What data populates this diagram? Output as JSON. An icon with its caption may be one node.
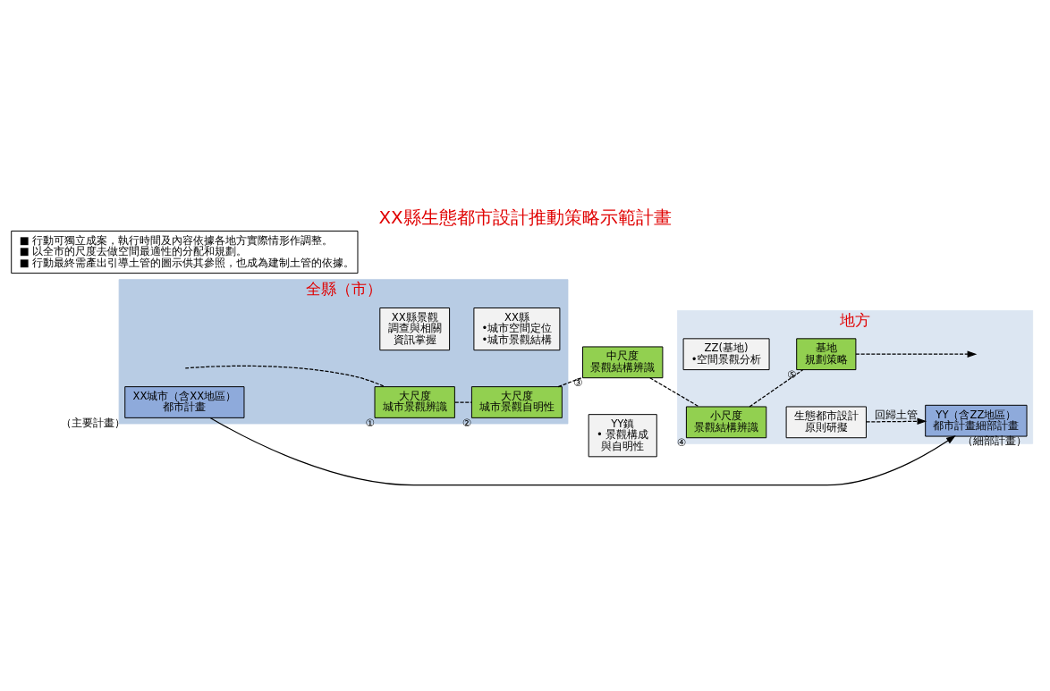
{
  "diagram": {
    "title": "XX縣生態都市設計推動策略示範計畫",
    "nodes": [
      {
        "text": [
          "全縣（市）"
        ]
      },
      {
        "text": [
          "地方"
        ]
      },
      {
        "text": [
          "XX城市（含XX地區）都市計畫"
        ],
        "beside": [
          "（主要計畫）"
        ],
        "in": 0
      },
      {
        "text": [
          "YY（含ZZ地區）都市計畫細部計畫"
        ],
        "beside": [
          "（細部計畫）"
        ],
        "in": 1
      },
      {
        "text": [
          "大尺度",
          "城市景觀辨識"
        ],
        "beside": [
          "①"
        ],
        "in": 0
      },
      {
        "text": [
          "大尺度",
          "城市景觀自明性"
        ],
        "beside": [
          "②"
        ],
        "in": 0
      },
      {
        "text": [
          "中尺度",
          "景觀結構辨識"
        ],
        "beside": [
          "③"
        ]
      },
      {
        "text": [
          "小尺度",
          "景觀結構辨識"
        ],
        "beside": [
          "④"
        ],
        "in": 1
      },
      {
        "text": [
          "基地",
          "規劃策略"
        ],
        "beside": [
          "⑤"
        ],
        "in": 1
      },
      {
        "text": [
          "XX縣景觀調查與相關資訊掌握"
        ],
        "in": 0
      },
      {
        "text": [
          "XX縣",
          "•城市空間定位",
          "•城市景觀結構"
        ],
        "in": 0
      },
      {
        "text": [
          "YY鎮",
          "• 景觀構成與自明性"
        ]
      },
      {
        "text": [
          "ZZ(基地)",
          "•空間景觀分析"
        ],
        "in": 1
      },
      {
        "text": [
          "生態都市設計原則研擬"
        ],
        "in": 1
      },
      {
        "text": [
          "■ 行動可獨立成案，執行時間及內容依據各地方實際情形作調整。",
          "■ 以全市的尺度去做空間最適性的分配和規劃。",
          "■ 行動最終需產出引導土管的圖示供其參照，也成為建制土管的依據。"
        ]
      }
    ],
    "edges": [
      {
        "from": 2,
        "to": 3,
        "arrow": "to"
      },
      {
        "from": null,
        "to": 4,
        "arrow": "none",
        "style": "dashed"
      },
      {
        "from": 4,
        "to": 5,
        "arrow": "none",
        "style": "dashed"
      },
      {
        "from": 5,
        "to": 6,
        "arrow": "none",
        "style": "dashed"
      },
      {
        "from": 6,
        "to": 7,
        "arrow": "none",
        "style": "dashed"
      },
      {
        "from": 7,
        "to": 8,
        "arrow": "none",
        "style": "dashed"
      },
      {
        "from": 8,
        "to": null,
        "arrow": "to",
        "style": "dashed"
      },
      {
        "from": 13,
        "to": 3,
        "arrow": "to",
        "style": "dashed",
        "label": "回歸土管"
      }
    ]
  }
}
